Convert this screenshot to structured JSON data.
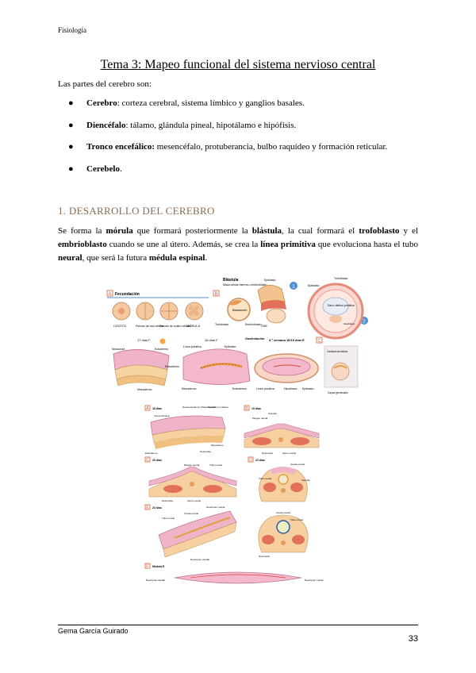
{
  "header": {
    "course": "Fisiología"
  },
  "title": "Tema 3: Mapeo funcional del sistema nervioso central",
  "intro": "Las partes del cerebro son:",
  "bullets": [
    {
      "term": "Cerebro",
      "rest": ": corteza cerebral, sistema límbico y ganglios basales."
    },
    {
      "term": "Diencéfalo",
      "rest": ": tálamo, glándula pineal, hipotálamo e hipófisis."
    },
    {
      "term": "Tronco encefálico:",
      "rest": " mesencéfalo, protuberancia, bulbo raquídeo y formación reticular."
    },
    {
      "term": "Cerebelo",
      "rest": "."
    }
  ],
  "bullet_symbol": "●",
  "section_title": "1. DESARROLLO DEL CEREBRO",
  "paragraph": {
    "t1": "Se forma la ",
    "b1": "mórula",
    "t2": " que formará posteriormente la ",
    "b2": "blástula",
    "t3": ", la cual formará el ",
    "b3": "trofoblasto",
    "t4": " y el ",
    "b4": "embrioblasto",
    "t5": " cuando se une al útero. Además, se crea la ",
    "b5": "línea primitiva",
    "t6": " que evoluciona hasta el tubo ",
    "b6": "neural",
    "t7": ", que será la futura ",
    "b7": "médula espinal",
    "t8": "."
  },
  "figure_top": {
    "panel_a": "A",
    "panel_a_title": "Fecundación",
    "panel_b": "B",
    "panel_b_title": "Blástula",
    "panel_c": "C",
    "labels": {
      "cigoto": "CIGOTO",
      "dos": "Periodo de dos células",
      "cuatro": "Periodo de cuatro células",
      "morula": "MÓRULA",
      "blastocele": "Blastocele",
      "embrioblasto": "Embrioblasto",
      "trofoblasto": "Trofoblasto",
      "endometrio": "Endometrio",
      "epiblasto": "Epiblasto",
      "hipoblasto": "Hipoblasto",
      "saco": "Saco vitelino primitivo",
      "cavidad": "Cavidad amniótica",
      "masa": "Masa celular interna o embrioblasto",
      "gastrulacion": "Gastrulación",
      "dia17": "17 días F",
      "dia16": "16 días F",
      "semana3": "3.ª semana 16/15 días E",
      "notocorda": "Notocorda",
      "ectodermo": "Ectodermo",
      "endodermo": "Endodermo",
      "mesodermo": "Mesodermo",
      "linea": "Línea primitiva",
      "capas": "Capas germinales",
      "cme": "CME",
      "num1": "1",
      "num2": "2"
    }
  },
  "figure_bottom": {
    "panel_a": "A",
    "panel_b": "B",
    "panel_c": "C",
    "panel_d": "D",
    "panel_e": "E",
    "panel_f": "F",
    "a_title": "18 días",
    "b_title": "19 días",
    "c_title": "20 días",
    "d_title": "22 días",
    "e_title": "23 días",
    "f_title": "Médula E",
    "labels": {
      "neuroectodermo": "Neuroectodermo (Placa neural)",
      "ectodermo": "Ectodermo cutáneo",
      "linea": "Línea primitiva",
      "mesodermo": "Mesodermo",
      "notocorda": "Notocorda",
      "endodermo": "Endodermo",
      "pliegue": "Pliegue neural",
      "surco": "Surco neural",
      "cresta": "Cresta neural",
      "tubo": "Tubo neural",
      "somitas": "Somitas",
      "neuroporo_caudal": "Neuroporo caudal",
      "neuroporo_rostral": "Neuroporo rostral"
    }
  },
  "footer": {
    "author": "Gema García Guirado",
    "page": "33"
  },
  "colors": {
    "section": "#8a6b54",
    "pink": "#e9a9c4",
    "beige": "#f0ddb8",
    "orange": "#f0a060",
    "blue": "#3d7fc4",
    "red": "#d84a3a"
  }
}
